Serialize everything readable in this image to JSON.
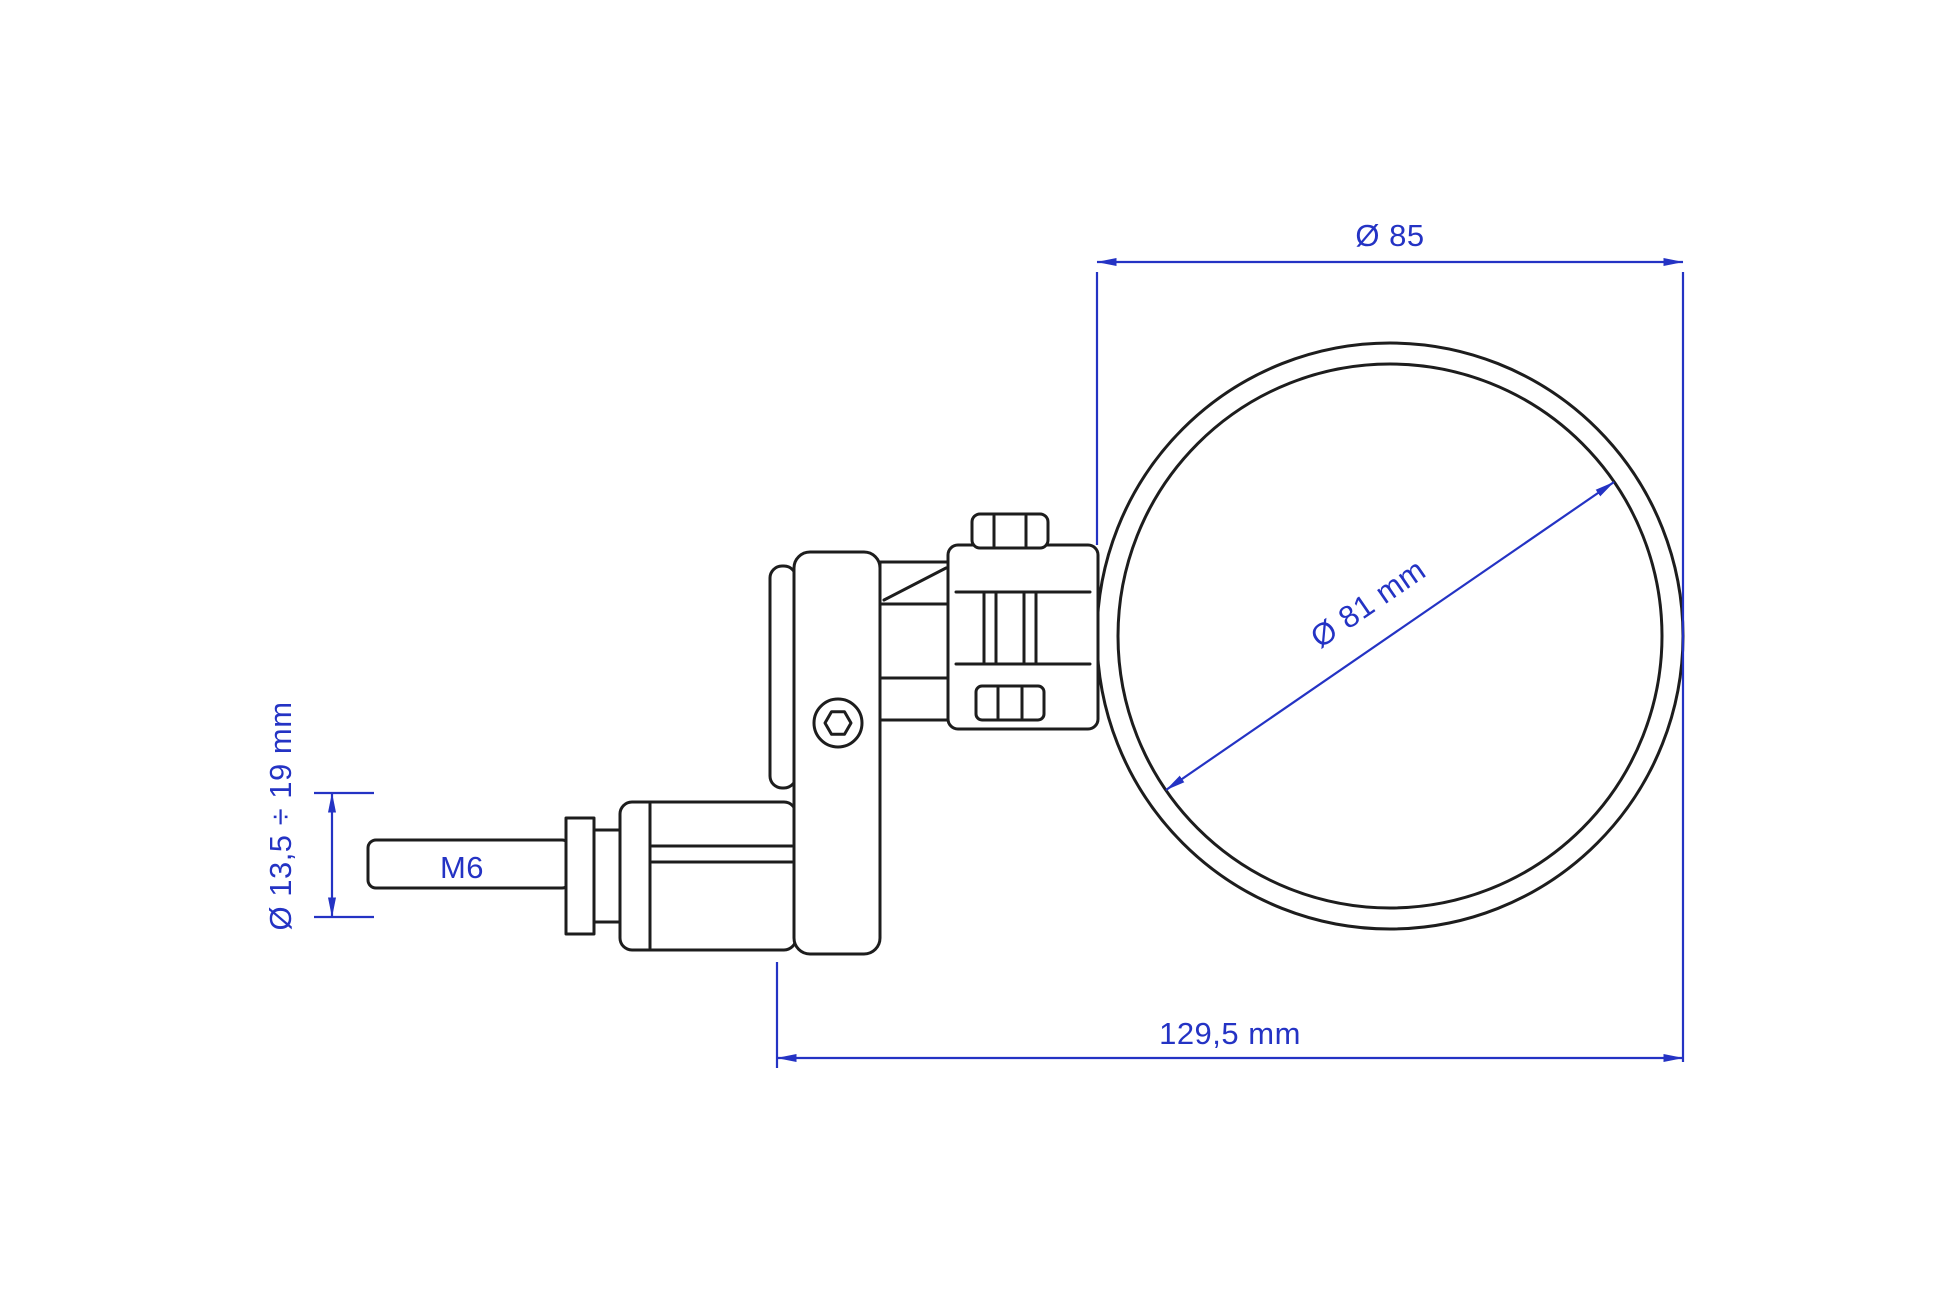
{
  "drawing": {
    "subject": "bar-end-mirror-technical-drawing"
  },
  "dimensions": {
    "mirror_outer_diameter": {
      "label": "Ø 85"
    },
    "mirror_glass_diameter": {
      "label": "Ø 81 mm"
    },
    "overall_length": {
      "label": "129,5 mm"
    },
    "clamp_diameter_range": {
      "label": "Ø 13,5 ÷ 19 mm"
    },
    "bolt_thread": {
      "label": "M6"
    }
  },
  "colors": {
    "outline": "#1d1d1d",
    "dimension": "#2433c4",
    "background": "#ffffff"
  }
}
